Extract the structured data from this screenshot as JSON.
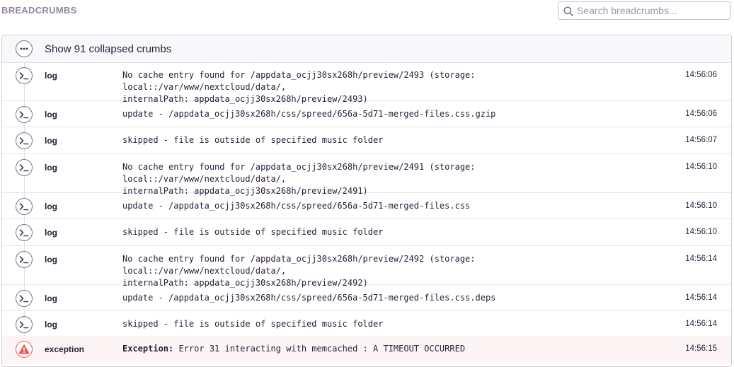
{
  "header": {
    "title": "BREADCRUMBS",
    "search_placeholder": "Search breadcrumbs..."
  },
  "collapsed": {
    "label": "Show 91 collapsed crumbs",
    "icon": "ellipsis-icon"
  },
  "crumbs": [
    {
      "icon": "terminal-icon",
      "type": "log",
      "message": "No cache entry found for /appdata_ocjj30sx268h/preview/2493 (storage: local::/var/www/nextcloud/data/,\ninternalPath: appdata_ocjj30sx268h/preview/2493)",
      "time": "14:56:06"
    },
    {
      "icon": "terminal-icon",
      "type": "log",
      "message": "update - /appdata_ocjj30sx268h/css/spreed/656a-5d71-merged-files.css.gzip",
      "time": "14:56:06"
    },
    {
      "icon": "terminal-icon",
      "type": "log",
      "message": "skipped - file is outside of specified music folder",
      "time": "14:56:07"
    },
    {
      "icon": "terminal-icon",
      "type": "log",
      "message": "No cache entry found for /appdata_ocjj30sx268h/preview/2491 (storage: local::/var/www/nextcloud/data/,\ninternalPath: appdata_ocjj30sx268h/preview/2491)",
      "time": "14:56:10"
    },
    {
      "icon": "terminal-icon",
      "type": "log",
      "message": "update - /appdata_ocjj30sx268h/css/spreed/656a-5d71-merged-files.css",
      "time": "14:56:10"
    },
    {
      "icon": "terminal-icon",
      "type": "log",
      "message": "skipped - file is outside of specified music folder",
      "time": "14:56:10"
    },
    {
      "icon": "terminal-icon",
      "type": "log",
      "message": "No cache entry found for /appdata_ocjj30sx268h/preview/2492 (storage: local::/var/www/nextcloud/data/,\ninternalPath: appdata_ocjj30sx268h/preview/2492)",
      "time": "14:56:14"
    },
    {
      "icon": "terminal-icon",
      "type": "log",
      "message": "update - /appdata_ocjj30sx268h/css/spreed/656a-5d71-merged-files.css.deps",
      "time": "14:56:14"
    },
    {
      "icon": "terminal-icon",
      "type": "log",
      "message": "skipped - file is outside of specified music folder",
      "time": "14:56:14"
    }
  ],
  "exception": {
    "icon": "warning-icon",
    "type": "exception",
    "prefix": "Exception:",
    "message": " Error 31 interacting with memcached : A TIMEOUT OCCURRED",
    "time": "14:56:15"
  },
  "colors": {
    "accent_error": "#f55459",
    "title": "#9585a3",
    "text": "#2b1d38"
  }
}
